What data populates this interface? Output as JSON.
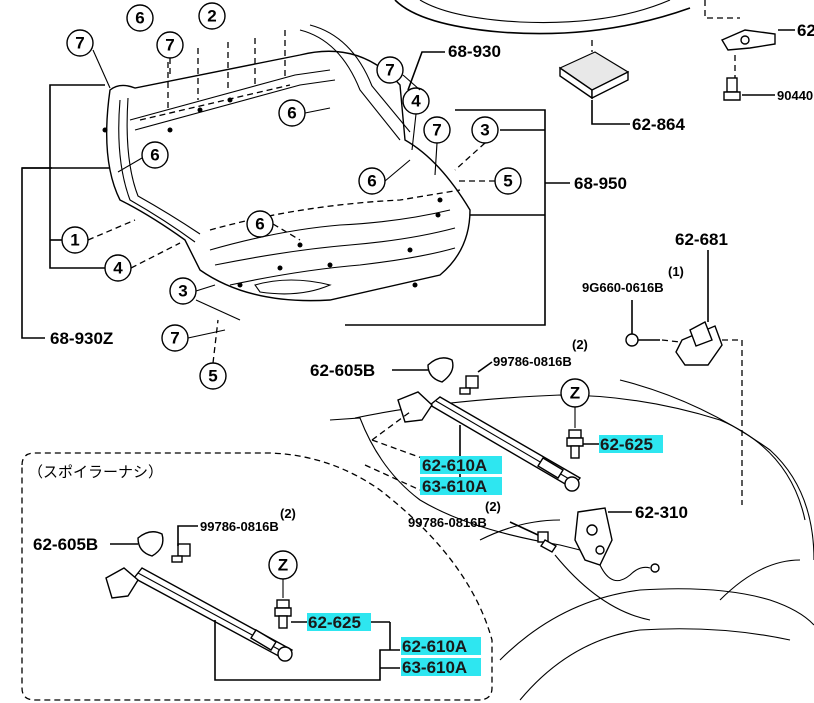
{
  "colors": {
    "highlight": "#2ee6f0",
    "highlight_text": "#1a1a1a",
    "line": "#000000"
  },
  "callouts": {
    "c1": "1",
    "c2": "2",
    "c3": "3",
    "c4": "4",
    "c5": "5",
    "c6": "6",
    "c7": "7",
    "z": "Z"
  },
  "labels": {
    "p62_top": "62",
    "p90440": "90440",
    "p62_864": "62-864",
    "p68_930": "68-930",
    "p68_950": "68-950",
    "p68_930z": "68-930Z",
    "p62_681": "62-681",
    "qty1": "(1)",
    "p9g660": "9G660-0616B",
    "p62_605b_a": "62-605B",
    "qty2_a": "(2)",
    "p99786_a": "99786-0816B",
    "p62_625_a": "62-625",
    "p62_610a_a": "62-610A",
    "p63_610a_a": "63-610A",
    "qty2_b": "(2)",
    "p99786_b": "99786-0816B",
    "p62_310": "62-310",
    "spoiler_note": "（スポイラーナシ）",
    "p62_605b_b": "62-605B",
    "qty2_c": "(2)",
    "p99786_c": "99786-0816B",
    "p62_625_b": "62-625",
    "p62_610a_b": "62-610A",
    "p63_610a_b": "63-610A"
  }
}
